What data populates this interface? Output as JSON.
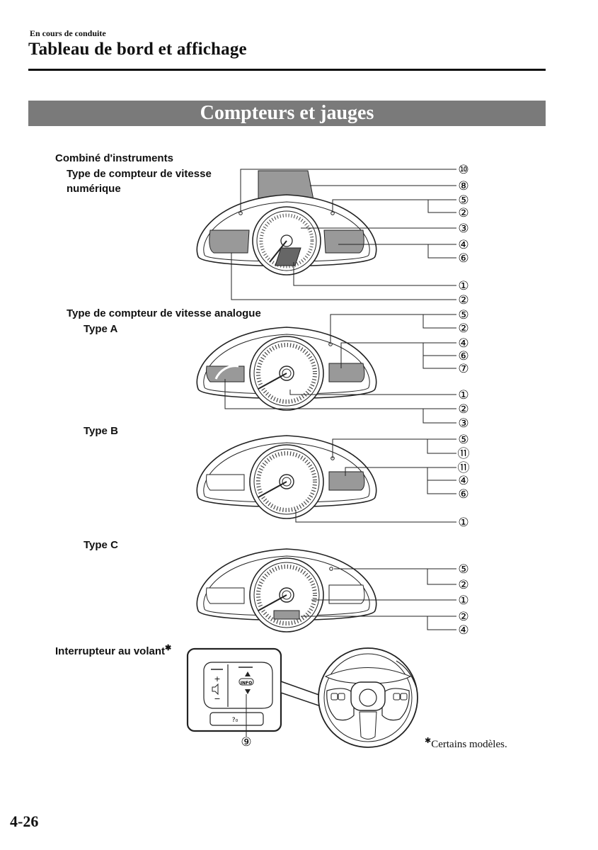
{
  "header": {
    "section": "En cours de conduite",
    "title": "Tableau de bord et affichage"
  },
  "banner": "Compteurs et jauges",
  "labels": {
    "combined": "Combiné d'instruments",
    "digital_line1": "Type de compteur de vitesse",
    "digital_line2": "numérique",
    "analog": "Type de compteur de vitesse analogue",
    "type_a": "Type A",
    "type_b": "Type B",
    "type_c": "Type C",
    "switch": "Interrupteur au volant",
    "switch_mark": "✱"
  },
  "callouts": {
    "digital": [
      "⑩",
      "⑧",
      "⑤",
      "②",
      "③",
      "④",
      "⑥",
      "①",
      "②"
    ],
    "type_a": [
      "⑤",
      "②",
      "④",
      "⑥",
      "⑦",
      "①",
      "②",
      "③"
    ],
    "type_b": [
      "⑤",
      "⑪",
      "⑪",
      "④",
      "⑥",
      "①"
    ],
    "type_c": [
      "⑤",
      "②",
      "①",
      "②",
      "④"
    ],
    "switch": "⑨"
  },
  "switch_text": {
    "plus": "+",
    "minus": "−",
    "info": "INFO"
  },
  "footnote": {
    "mark": "✱",
    "text": "Certains modèles."
  },
  "page_number": "4-26"
}
